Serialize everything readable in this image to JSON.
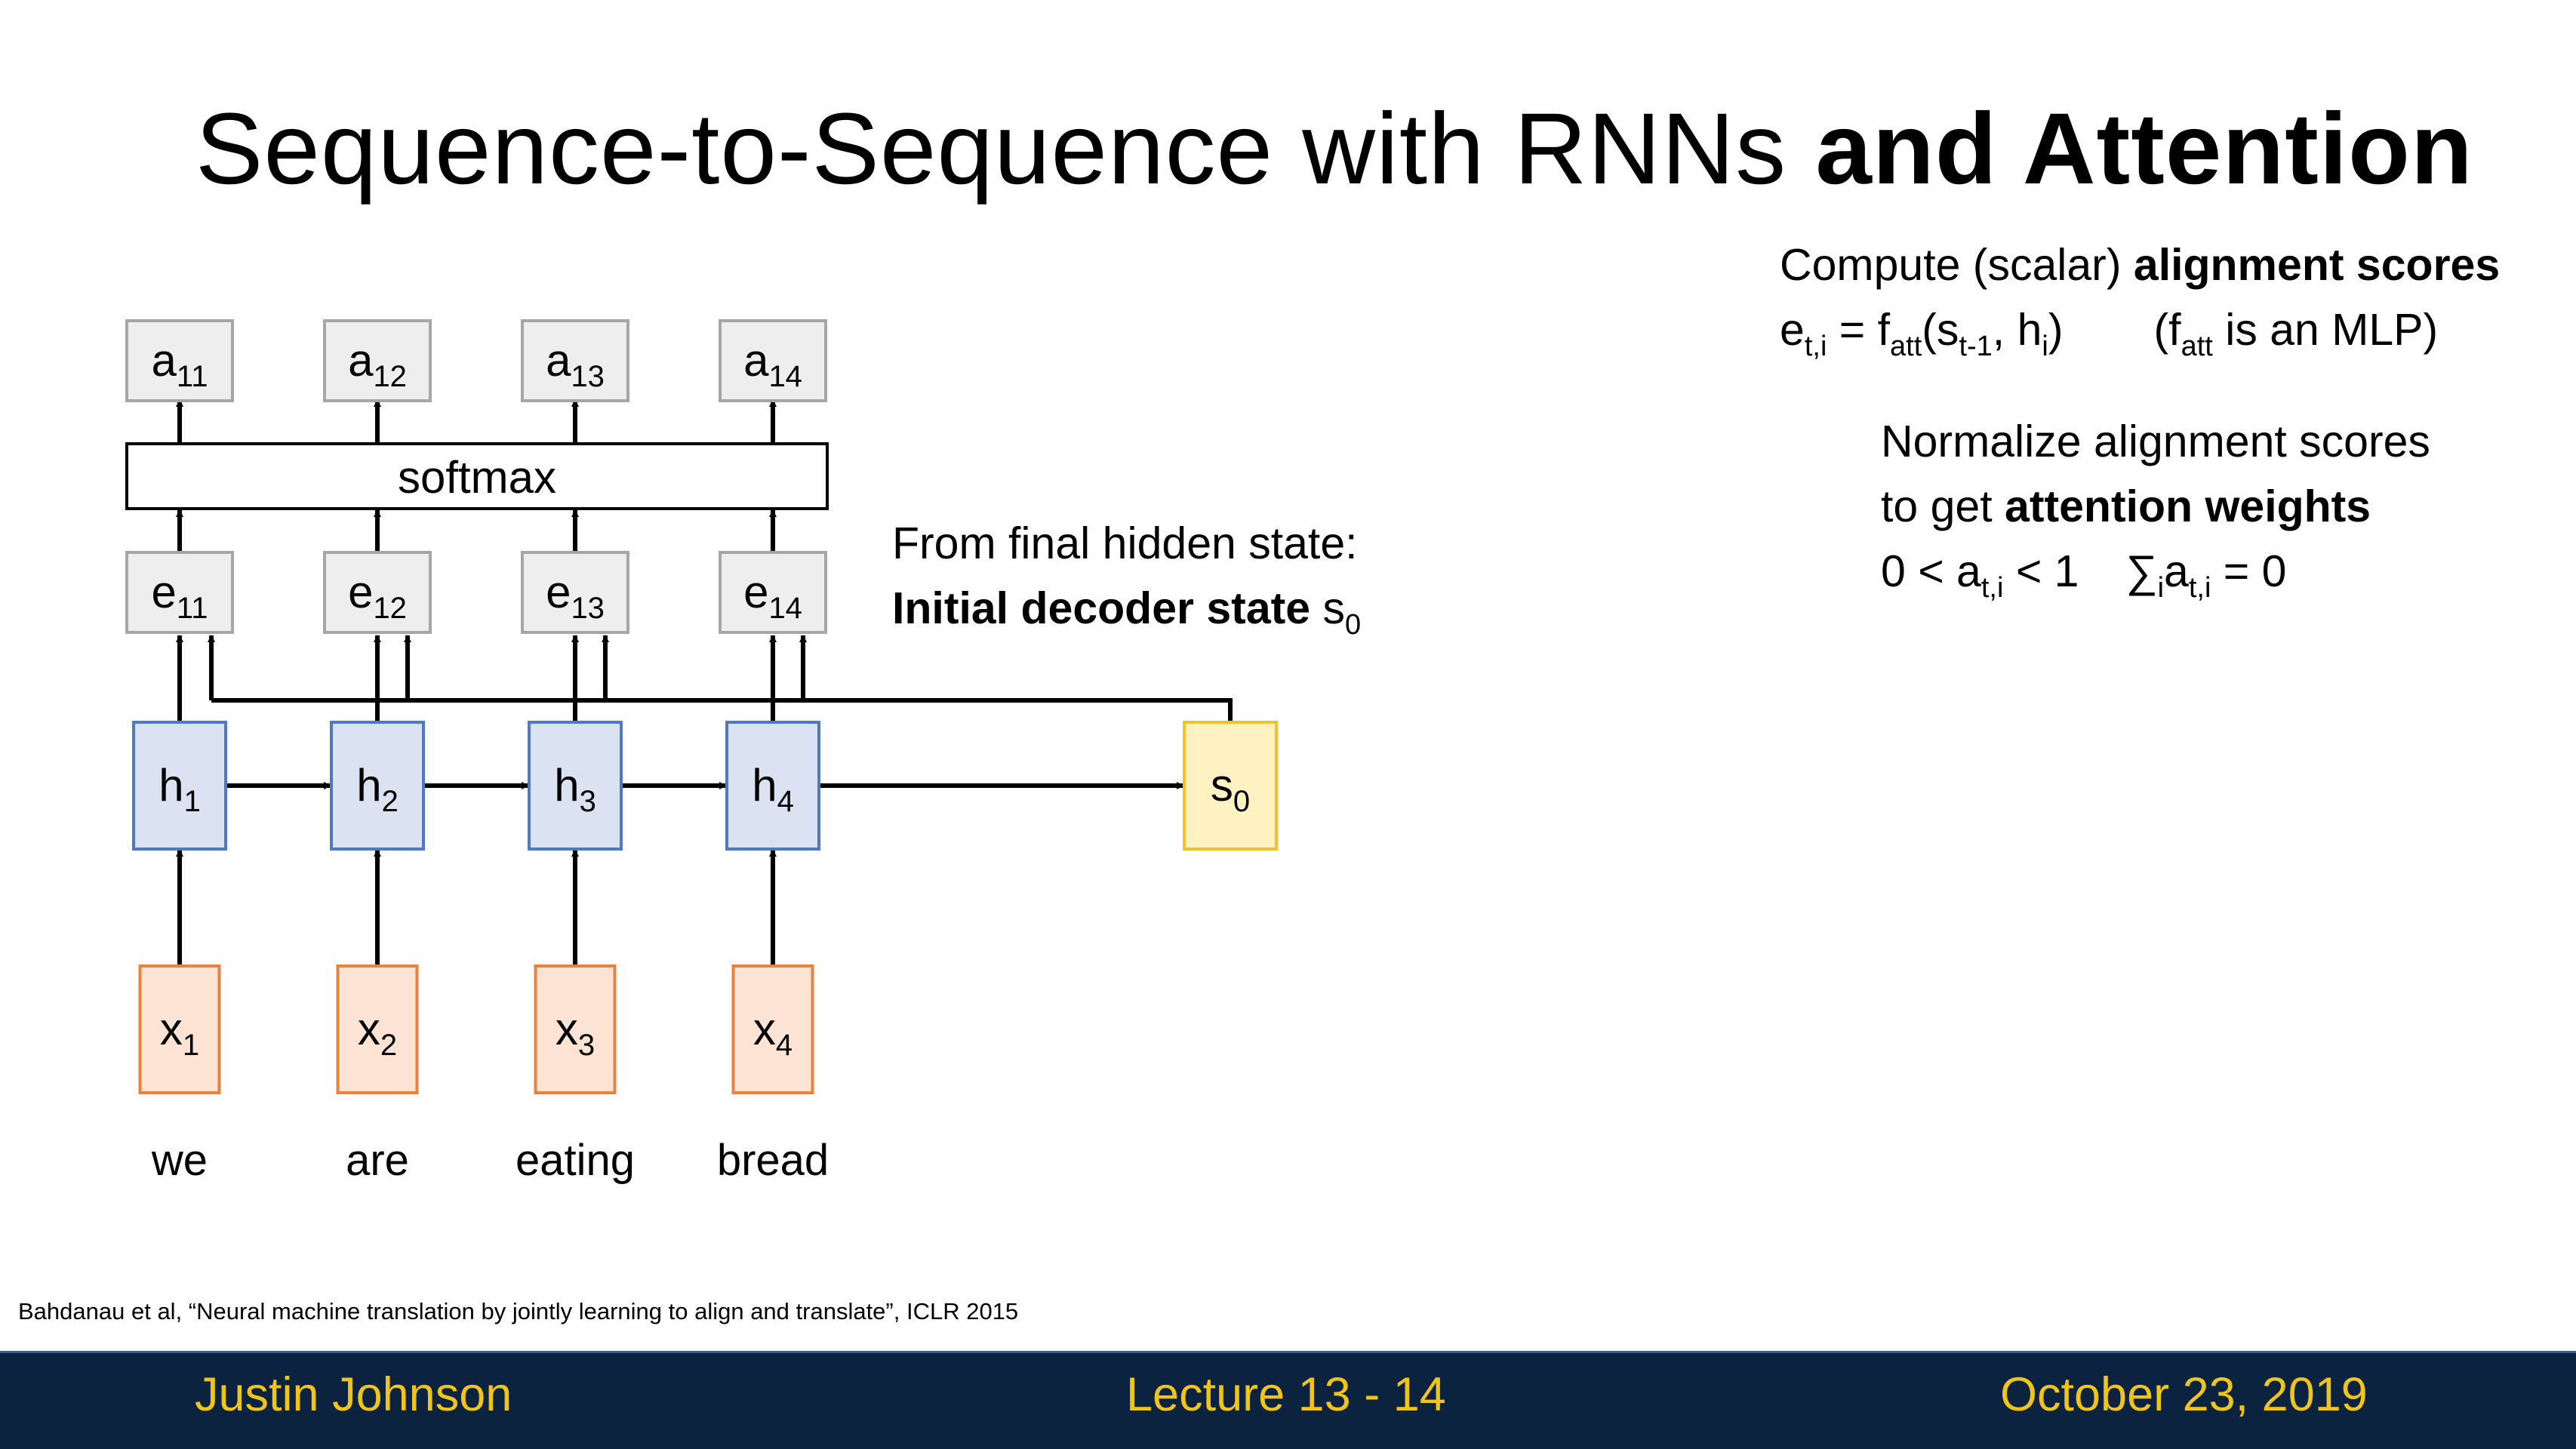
{
  "title": {
    "plain": "Sequence-to-Sequence with RNNs ",
    "bold": "and Attention"
  },
  "diagram": {
    "inputs": [
      {
        "var": "x",
        "sub": "1",
        "word": "we"
      },
      {
        "var": "x",
        "sub": "2",
        "word": "are"
      },
      {
        "var": "x",
        "sub": "3",
        "word": "eating"
      },
      {
        "var": "x",
        "sub": "4",
        "word": "bread"
      }
    ],
    "hidden": [
      {
        "var": "h",
        "sub": "1"
      },
      {
        "var": "h",
        "sub": "2"
      },
      {
        "var": "h",
        "sub": "3"
      },
      {
        "var": "h",
        "sub": "4"
      }
    ],
    "decoder_state": {
      "var": "s",
      "sub": "0"
    },
    "scores": [
      {
        "var": "e",
        "sub": "11"
      },
      {
        "var": "e",
        "sub": "12"
      },
      {
        "var": "e",
        "sub": "13"
      },
      {
        "var": "e",
        "sub": "14"
      }
    ],
    "softmax_label": "softmax",
    "weights": [
      {
        "var": "a",
        "sub": "11"
      },
      {
        "var": "a",
        "sub": "12"
      },
      {
        "var": "a",
        "sub": "13"
      },
      {
        "var": "a",
        "sub": "14"
      }
    ],
    "colors": {
      "input_fill": "#fde3d3",
      "input_stroke": "#e9823f",
      "hidden_fill": "#dbe3f3",
      "hidden_stroke": "#4f79c4",
      "decoder_fill": "#fff2c2",
      "decoder_stroke": "#f2c12e",
      "gray_fill": "#eeeeee",
      "gray_stroke": "#a6a6a6"
    }
  },
  "annotation_initial": {
    "line1": "From final hidden state:",
    "line2_bold": "Initial decoder state ",
    "line2_var": "s",
    "line2_sub": "0"
  },
  "annotation_scores": {
    "line1_plain": "Compute (scalar) ",
    "line1_bold": "alignment scores",
    "eq": {
      "e": "e",
      "e_sub": "t,i",
      "eq": " = f",
      "f_sub": "att",
      "open": "(s",
      "s_sub": "t-1",
      "comma": ", h",
      "h_sub": "i",
      "close": ")",
      "note_open": "(f",
      "note_sub": "att",
      "note_close": " is an MLP)"
    }
  },
  "annotation_normalize": {
    "line1": "Normalize alignment scores",
    "line2_plain": "to get ",
    "line2_bold": "attention weights",
    "line3": {
      "p1": "0 < a",
      "p1_sub": "t,i",
      "p2": " < 1",
      "p3": "∑",
      "p3_sub": "i",
      "p4": "a",
      "p4_sub": "t,i",
      "p5": " = 0"
    }
  },
  "citation": "Bahdanau et al, “Neural machine translation by jointly learning to align and translate”, ICLR 2015",
  "footer": {
    "left": "Justin Johnson",
    "center": "Lecture 13 - 14",
    "right": "October 23, 2019"
  }
}
